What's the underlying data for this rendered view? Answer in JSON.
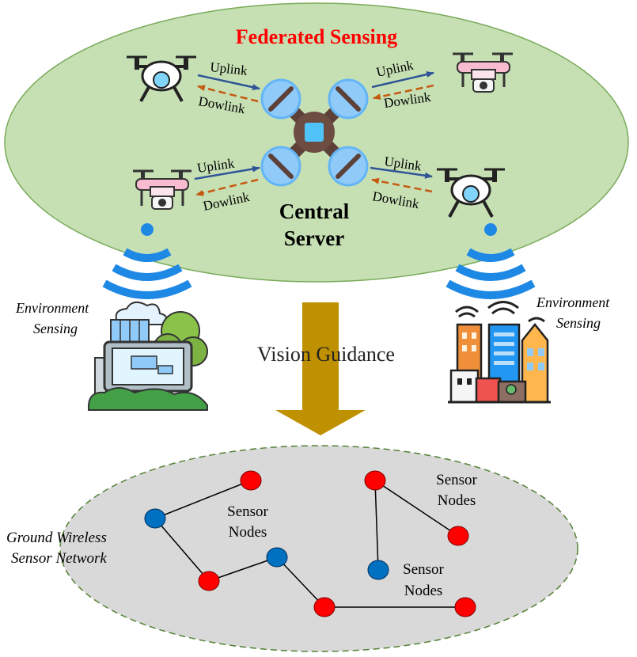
{
  "title": "Federated Sensing",
  "center": {
    "line1": "Central",
    "line2": "Server"
  },
  "links": [
    {
      "up": "Uplink",
      "down": "Dowlink"
    },
    {
      "up": "Uplink",
      "down": "Dowlink"
    },
    {
      "up": "Uplink",
      "down": "Dowlink"
    },
    {
      "up": "Uplink",
      "down": "Dowlink"
    }
  ],
  "env_left": {
    "line1": "Environment",
    "line2": "Sensing"
  },
  "env_right": {
    "line1": "Environment",
    "line2": "Sensing"
  },
  "guidance": "Vision Guidance",
  "ground": {
    "line1": "Ground Wireless",
    "line2": "Sensor Network"
  },
  "sensor_labels": [
    {
      "line1": "Sensor",
      "line2": "Nodes"
    },
    {
      "line1": "Sensor",
      "line2": "Nodes"
    },
    {
      "line1": "Sensor",
      "line2": "Nodes"
    }
  ],
  "colors": {
    "sky_fill": "#c6e0b4",
    "sky_stroke": "#7aab5a",
    "ground_fill": "#d9d9d9",
    "ground_stroke": "#548235",
    "title": "#ff0000",
    "uplink": "#2f5597",
    "downlink": "#c55a11",
    "arrow": "#bf9000",
    "node_red": "#ff0000",
    "node_blue": "#0070c0",
    "wifi": "#1e88e5"
  }
}
